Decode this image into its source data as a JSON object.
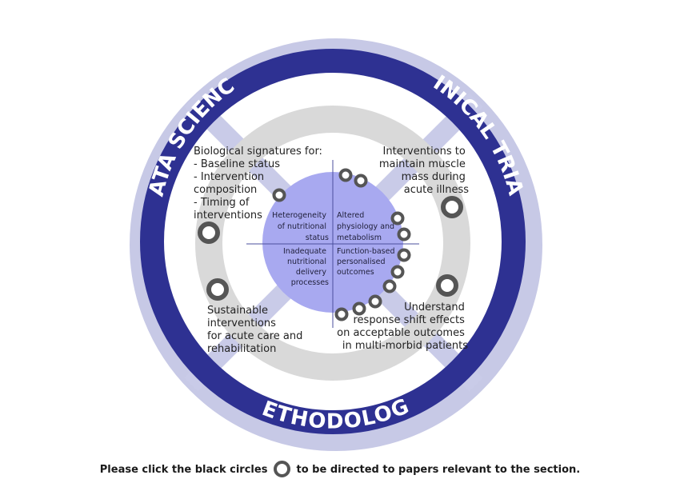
{
  "ring_labels": {
    "top_left": "DATA SCIENCE",
    "top_right": "CLINICAL TRIALS",
    "bottom": "METHODOLOGY"
  },
  "outer_texts": {
    "top_left": [
      "Biological signatures for:",
      "- Baseline status",
      "- Intervention",
      "composition",
      "- Timing of",
      "interventions"
    ],
    "top_right": [
      "Interventions to",
      "maintain muscle",
      "mass during",
      "acute illness"
    ],
    "bottom_left": [
      "Sustainable",
      "interventions",
      "for acute care and",
      "rehabilitation"
    ],
    "bottom_right": [
      "Understand",
      "response shift effects",
      "on acceptable outcomes",
      "in multi-morbid patients"
    ]
  },
  "core_quadrants": {
    "top_left": [
      "Heterogeneity",
      "of nutritional",
      "status"
    ],
    "top_right": [
      "Altered",
      "physiology and",
      "metabolism"
    ],
    "bottom_left": [
      "Inadequate",
      "nutritional",
      "delivery",
      "processes"
    ],
    "bottom_right": [
      "Function-based",
      "personalised",
      "outcomes"
    ]
  },
  "footer": {
    "before": "Please click the black circles",
    "after": "to be directed to papers relevant to the section."
  },
  "colors": {
    "outer_ring": "#2e3192",
    "outer_ring_shadow": "#c7c9e6",
    "grey_ring": "#d9d9d9",
    "spokes": "#c9cbe8",
    "core": "#a8a9f0",
    "link_circle_stroke": "#555555"
  }
}
